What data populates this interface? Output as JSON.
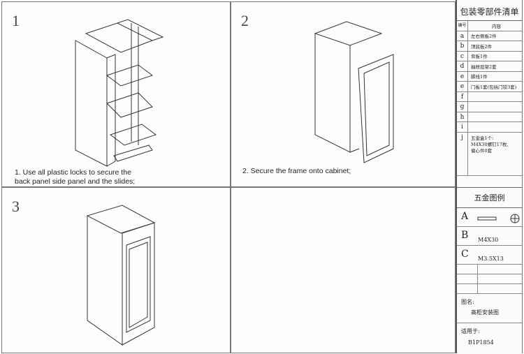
{
  "panels": [
    {
      "number": "1",
      "caption": "1. Use all plastic locks to secure the back panel side panel and the slides;"
    },
    {
      "number": "2",
      "caption": "2. Secure the frame onto cabinet;"
    },
    {
      "number": "3",
      "caption": ""
    },
    {
      "number": "",
      "caption": ""
    }
  ],
  "parts_list": {
    "title": "包装零部件清单",
    "header": {
      "id": "编号",
      "content": "内容"
    },
    "rows": [
      {
        "id": "a",
        "content": "左右侧板2件"
      },
      {
        "id": "b",
        "content": "顶底板2件"
      },
      {
        "id": "c",
        "content": "背板1件"
      },
      {
        "id": "d",
        "content": "抽屉层架2套"
      },
      {
        "id": "e",
        "content": "脚线1件"
      },
      {
        "id": "e",
        "content": "门板1套(包括门铰3套)"
      },
      {
        "id": "f",
        "content": ""
      },
      {
        "id": "g",
        "content": ""
      },
      {
        "id": "h",
        "content": ""
      },
      {
        "id": "i",
        "content": ""
      }
    ],
    "row_j": {
      "id": "j",
      "line1": "五金盒1个:",
      "line2": "M4X30螺钉17枚,",
      "line3": "偏心件0套"
    }
  },
  "hardware": {
    "title": "五金图例",
    "items": [
      {
        "letter": "A",
        "spec": ""
      },
      {
        "letter": "B",
        "spec": "M4X30"
      },
      {
        "letter": "C",
        "spec": "M3.5X13"
      }
    ]
  },
  "drawing_name_label": "图名:",
  "drawing_name": "高柜安装图",
  "applies_label": "适用于:",
  "applies_value": "B1P1854"
}
